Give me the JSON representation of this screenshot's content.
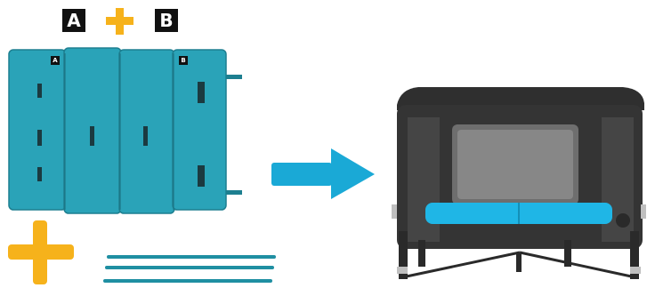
{
  "labels": {
    "part_a": "A",
    "part_b": "B",
    "mat_a": "A",
    "mat_b": "B"
  },
  "colors": {
    "mat": "#2aa3b8",
    "mat_dark": "#1d7f90",
    "plus": "#f6b21b",
    "arrow": "#1aa9d6",
    "frame": "#3a3a3a",
    "mattress": "#1fb6e6"
  },
  "icons": {
    "plus": "plus-icon",
    "arrow": "arrow-right-icon"
  }
}
